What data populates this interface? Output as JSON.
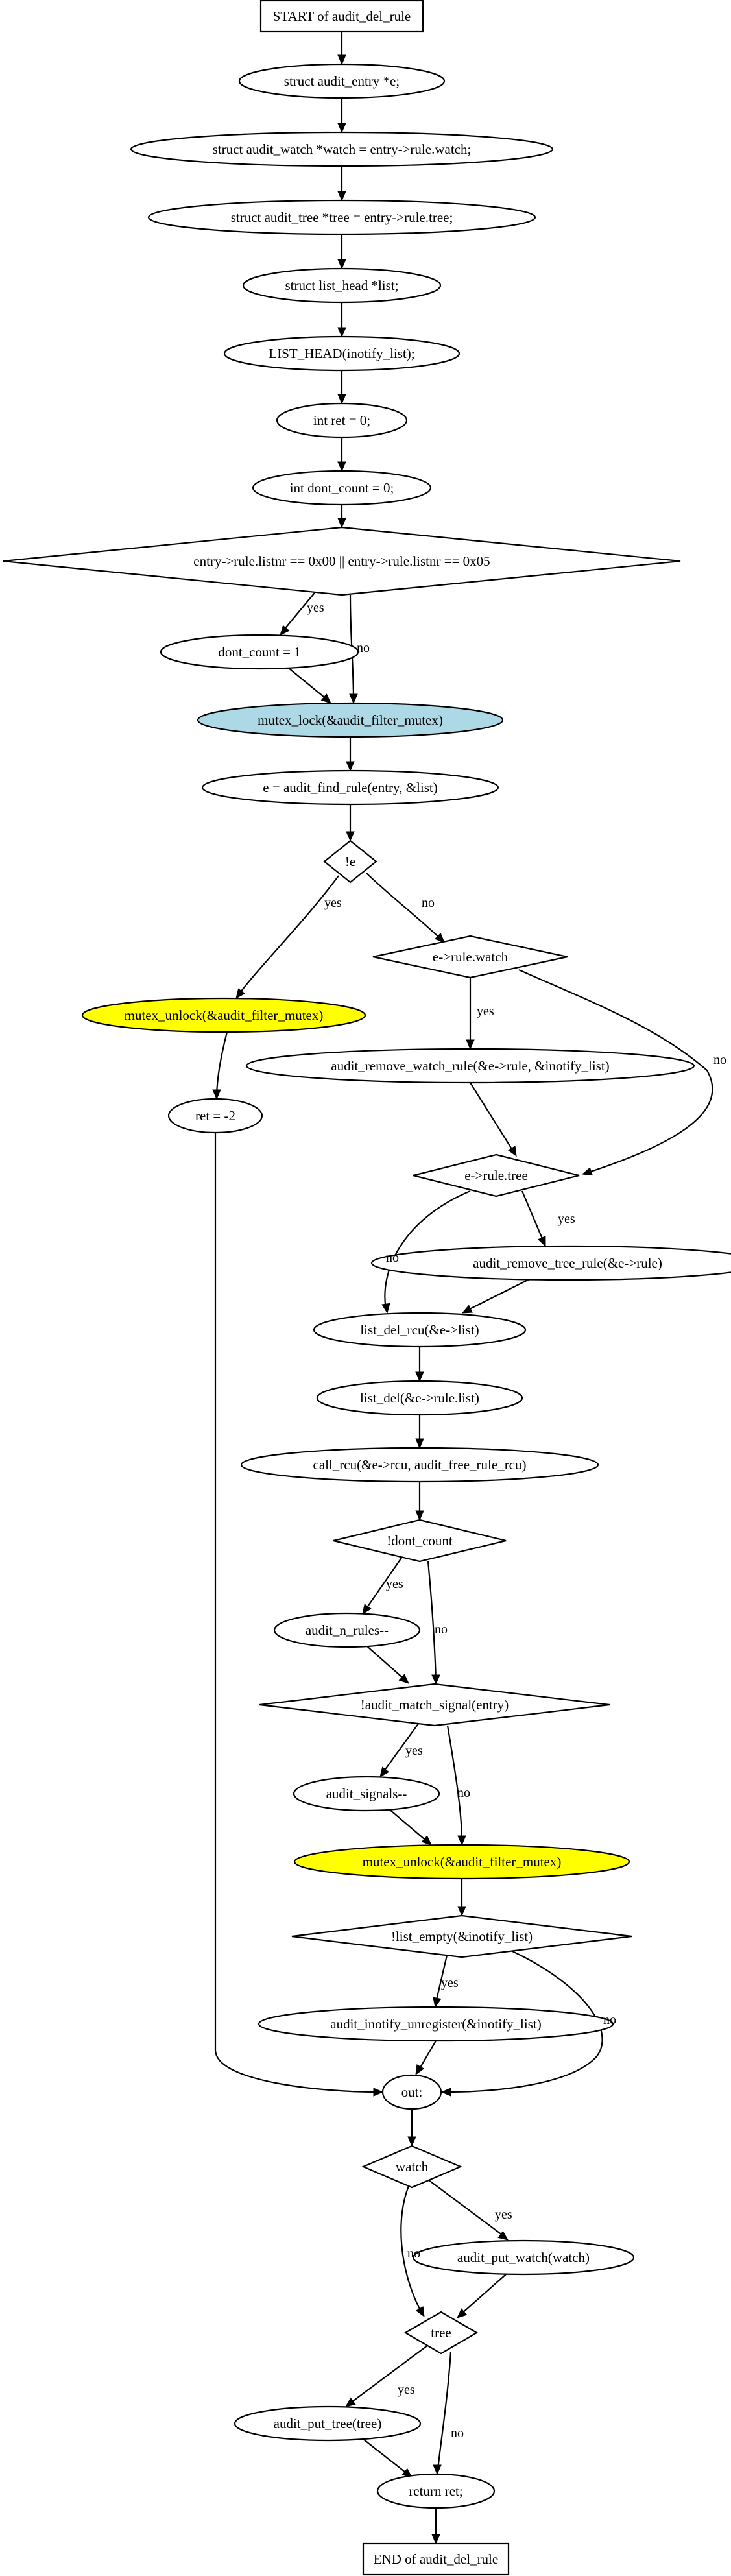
{
  "nodes": {
    "start": "START of audit_del_rule",
    "decl_e": "struct audit_entry  *e;",
    "decl_watch": "struct audit_watch *watch = entry->rule.watch;",
    "decl_tree": "struct audit_tree *tree = entry->rule.tree;",
    "decl_list": "struct list_head *list;",
    "list_head": "LIST_HEAD(inotify_list);",
    "int_ret": "int ret = 0;",
    "int_dont": "int dont_count = 0;",
    "cond_listnr": "entry->rule.listnr == 0x00 || entry->rule.listnr == 0x05",
    "dont_count_1": "dont_count = 1",
    "mutex_lock": "mutex_lock(&audit_filter_mutex)",
    "find_rule": "e = audit_find_rule(entry, &list)",
    "cond_not_e": "!e",
    "unlock_1": "mutex_unlock(&audit_filter_mutex)",
    "ret_neg2": "ret = -2",
    "cond_watch": "e->rule.watch",
    "remove_watch": "audit_remove_watch_rule(&e->rule, &inotify_list)",
    "cond_tree": "e->rule.tree",
    "remove_tree": "audit_remove_tree_rule(&e->rule)",
    "list_del_rcu": "list_del_rcu(&e->list)",
    "list_del": "list_del(&e->rule.list)",
    "call_rcu": "call_rcu(&e->rcu, audit_free_rule_rcu)",
    "cond_dont": "!dont_count",
    "audit_n_rules": "audit_n_rules--",
    "cond_signal": "!audit_match_signal(entry)",
    "audit_signals": "audit_signals--",
    "unlock_2": "mutex_unlock(&audit_filter_mutex)",
    "cond_list_empty": "!list_empty(&inotify_list)",
    "inotify_unregister": "audit_inotify_unregister(&inotify_list)",
    "out": "out:",
    "cond_watch2": "watch",
    "put_watch": "audit_put_watch(watch)",
    "cond_tree2": "tree",
    "put_tree": "audit_put_tree(tree)",
    "return_ret": "return ret;",
    "end": "END of audit_del_rule"
  },
  "edge_labels": {
    "yes": "yes",
    "no": "no"
  },
  "colors": {
    "mutex_lock_fill": "#add8e6",
    "mutex_unlock_fill": "#ffff00",
    "stroke": "#000000",
    "background": "#ffffff"
  }
}
